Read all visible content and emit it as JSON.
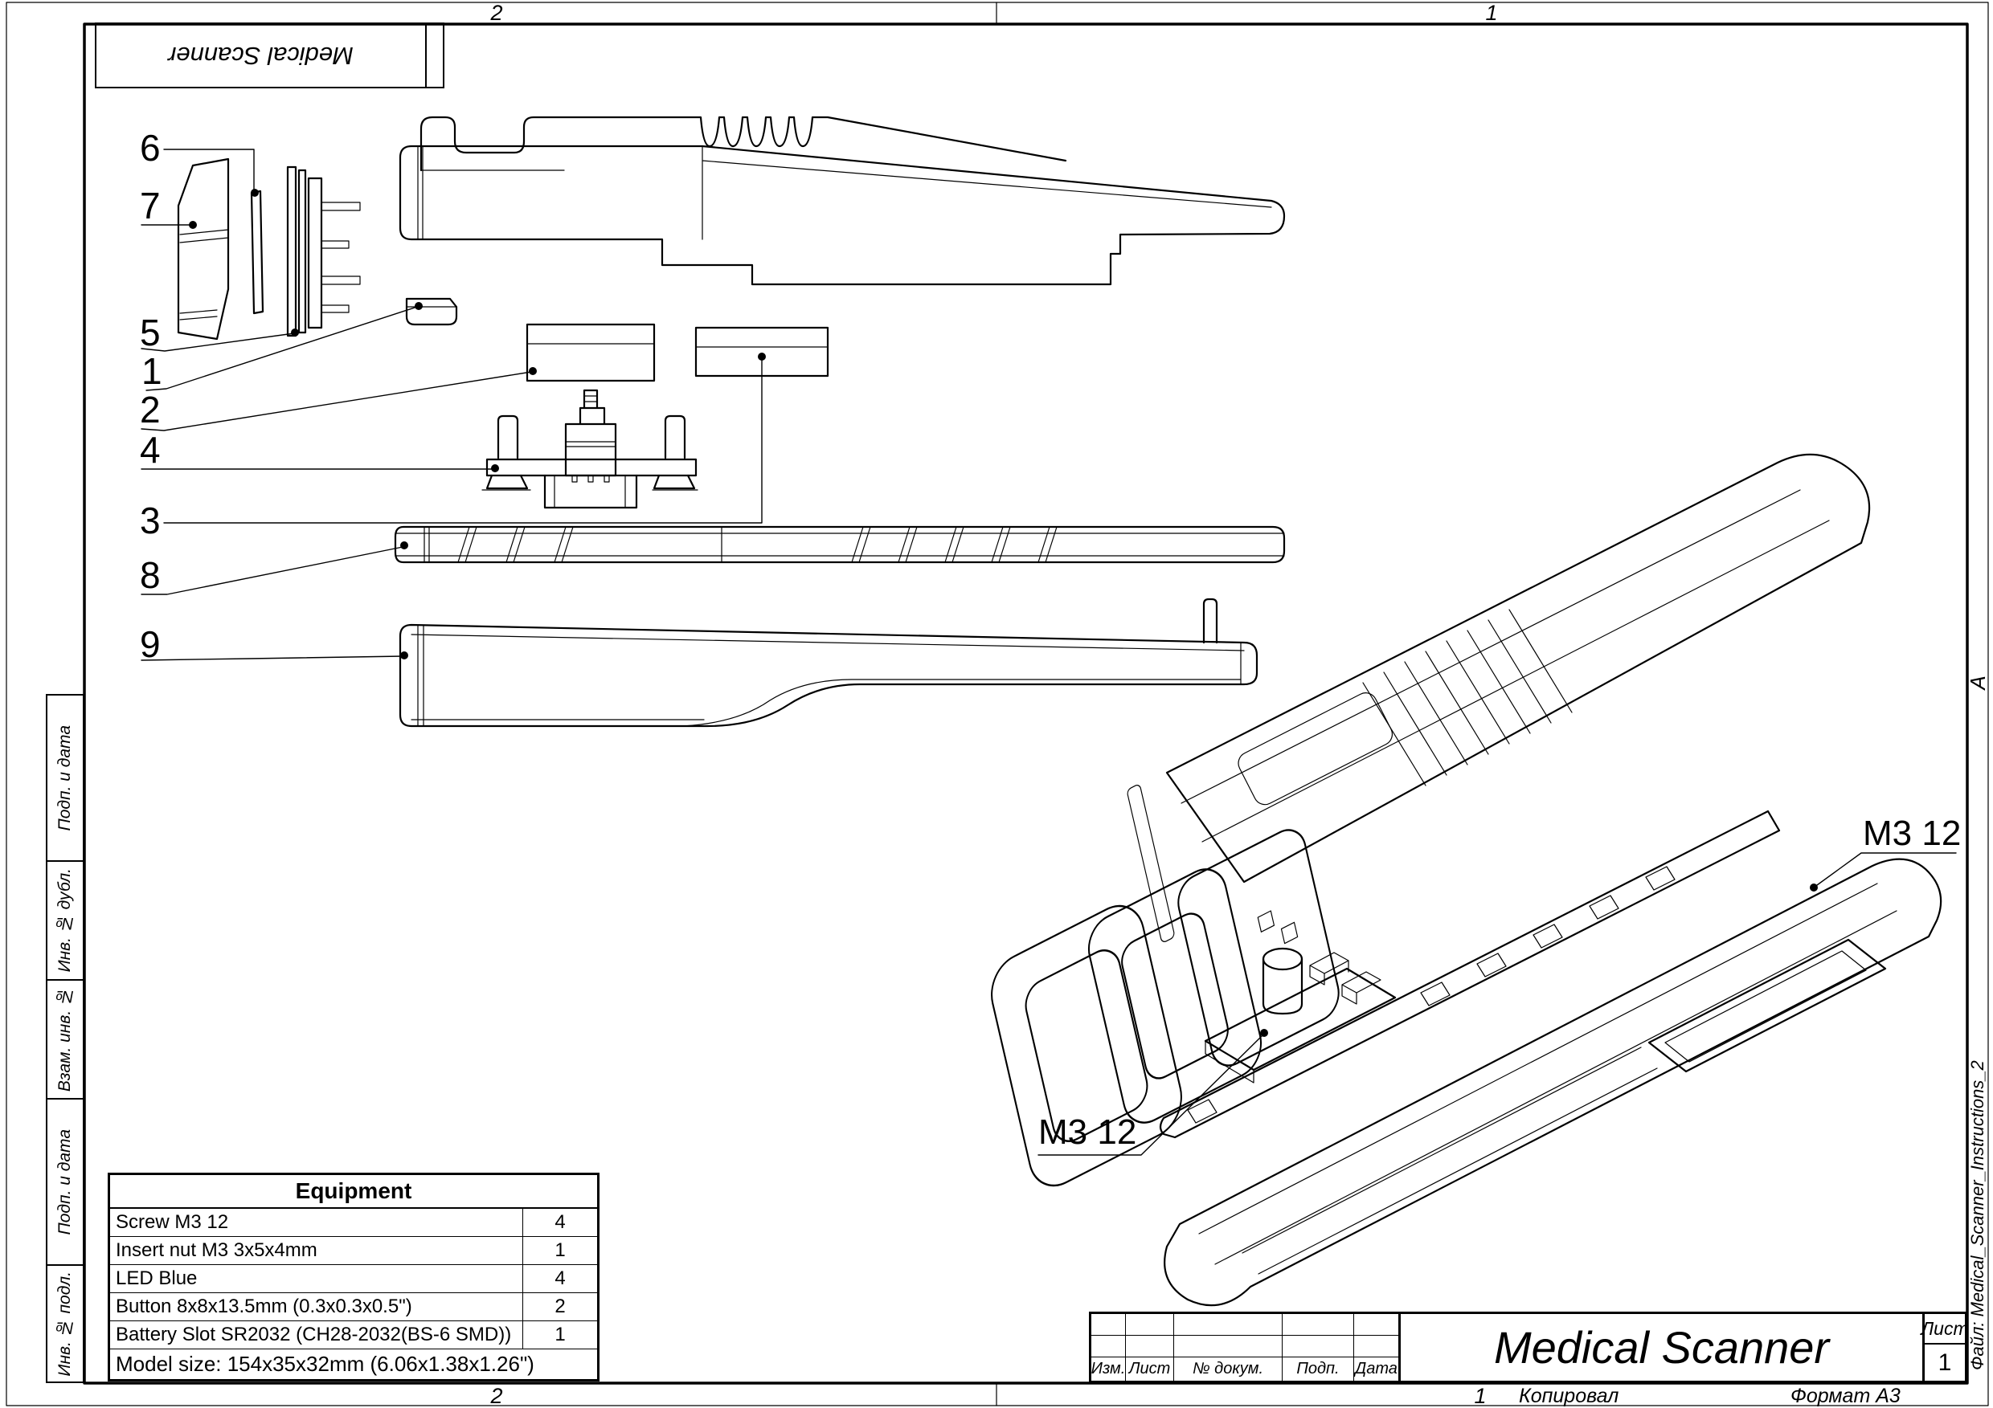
{
  "frame": {
    "zones_top": [
      "2",
      "1"
    ],
    "zones_bottom": [
      "2",
      "1"
    ],
    "zone_letter": "A",
    "copied": "Копировал",
    "format": "Формат А3",
    "file_note": "Файл: Medical_Scanner_Instructions_2",
    "stamp": "Medical Scanner"
  },
  "sidebar": {
    "labels": [
      "Подп. и дата",
      "Инв. № дубл.",
      "Взам. инв. №",
      "Подп. и дата",
      "Инв. № подл."
    ]
  },
  "titleblock": {
    "title": "Medical Scanner",
    "cols": [
      "Изм.",
      "Лист",
      "№ докум.",
      "Подп.",
      "Дата"
    ],
    "sheet_word": "Лист",
    "sheet_num": "1"
  },
  "equipment": {
    "title": "Equipment",
    "rows": [
      {
        "name": "Screw M3 12",
        "qty": "4"
      },
      {
        "name": "Insert nut M3 3x5x4mm",
        "qty": "1"
      },
      {
        "name": "LED Blue",
        "qty": "4"
      },
      {
        "name": "Button 8x8x13.5mm (0.3x0.3x0.5\")",
        "qty": "2"
      },
      {
        "name": "Battery Slot SR2032 (CH28-2032(BS-6 SMD))",
        "qty": "1"
      }
    ],
    "footer": "Model size: 154x35x32mm (6.06x1.38x1.26\")"
  },
  "callouts": {
    "n1": "1",
    "n2": "2",
    "n3": "3",
    "n4": "4",
    "n5": "5",
    "n6": "6",
    "n7": "7",
    "n8": "8",
    "n9": "9"
  },
  "labels": {
    "m3_left": "M3 12",
    "m3_right": "M3 12"
  }
}
